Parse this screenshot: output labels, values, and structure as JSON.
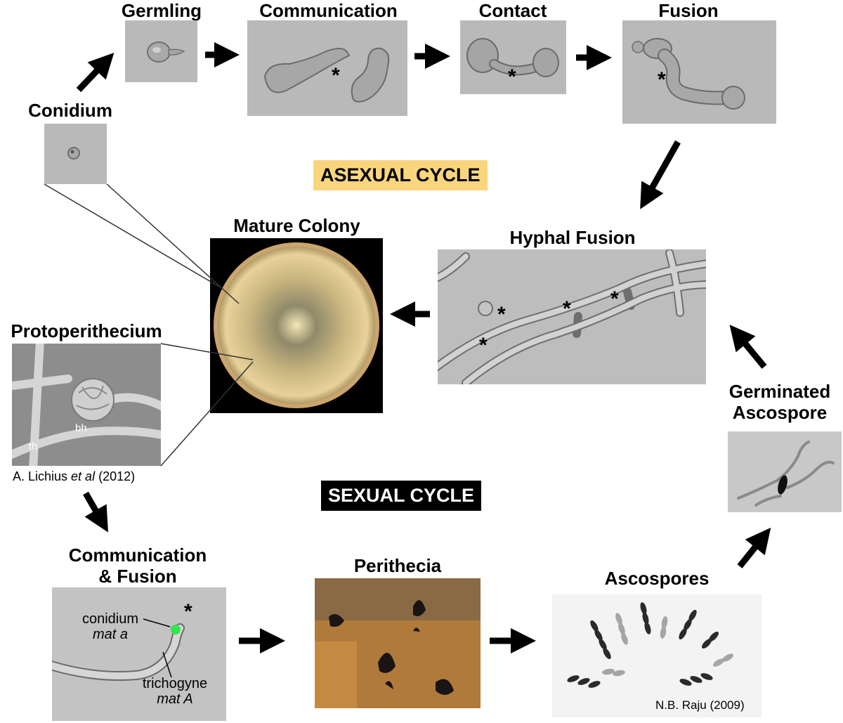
{
  "labels": {
    "germling": "Germling",
    "communication": "Communication",
    "contact": "Contact",
    "fusion": "Fusion",
    "conidium": "Conidium",
    "mature_colony": "Mature Colony",
    "hyphal_fusion": "Hyphal Fusion",
    "protoperithecium": "Protoperithecium",
    "germinated_ascospore_line1": "Germinated",
    "germinated_ascospore_line2": "Ascospore",
    "communication_fusion_line1": "Communication",
    "communication_fusion_line2": "& Fusion",
    "perithecia": "Perithecia",
    "ascospores": "Ascospores"
  },
  "cycles": {
    "asexual": "ASEXUAL CYCLE",
    "sexual": "SEXUAL CYCLE"
  },
  "credits": {
    "lichius_prefix": "A. Lichius ",
    "lichius_italic": "et al",
    "lichius_year": " (2012)",
    "raju": "N.B. Raju (2009)"
  },
  "annotations": {
    "asterisk": "*",
    "th": "th",
    "bh": "bh",
    "conidium": "conidium",
    "mat_a_lower": "mat a",
    "trichogyne": "trichogyne",
    "mat_a_upper": "mat A"
  },
  "colors": {
    "asexual_badge": "#f9d67e",
    "sexual_badge": "#000000",
    "micrograph_gray": "#b9b9b9",
    "conidium_fluorescence": "#33e64d",
    "perithecia_orange": "#b07a3a",
    "colony_cream": "#e8d29a"
  }
}
